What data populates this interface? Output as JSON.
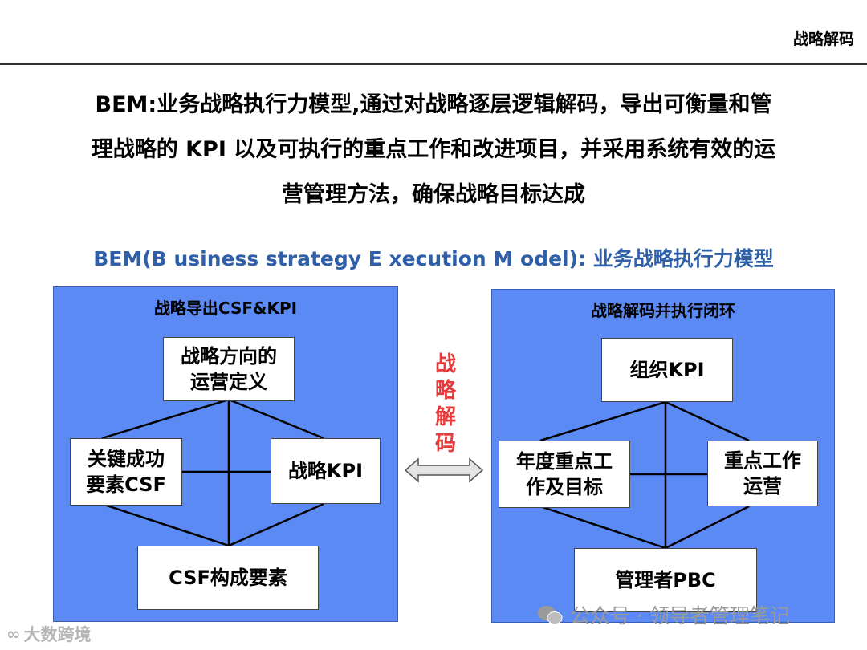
{
  "header": {
    "title": "战略解码"
  },
  "intro": {
    "lines": [
      "BEM:业务战略执行力模型,通过对战略逐层逻辑解码，导出可衡量和管",
      "理战略的 KPI 以及可执行的重点工作和改进项目，并采用系统有效的运",
      "营管理方法，确保战略目标达成"
    ]
  },
  "model_title": "BEM(B usiness strategy E xecution  M odel): 业务战略执行力模型",
  "left_panel": {
    "title": "战略导出CSF&KPI",
    "top": [
      "战略方向的",
      "运营定义"
    ],
    "left": [
      "关键成功",
      "要素CSF"
    ],
    "right": [
      "战略KPI"
    ],
    "bottom": [
      "CSF构成要素"
    ]
  },
  "center": {
    "label": [
      "战",
      "略",
      "解",
      "码"
    ]
  },
  "right_panel": {
    "title": "战略解码并执行闭环",
    "top": [
      "组织KPI"
    ],
    "left": [
      "年度重点工",
      "作及目标"
    ],
    "right": [
      "重点工作",
      "运营"
    ],
    "bottom": [
      "管理者PBC"
    ]
  },
  "watermark": {
    "text": "公众号 · 领导者管理笔记"
  },
  "watermark_logo": {
    "text": "大数跨境"
  },
  "colors": {
    "panel": "#5b8af4",
    "title_blue": "#2f5fa8",
    "accent_red": "#e83a3a"
  }
}
